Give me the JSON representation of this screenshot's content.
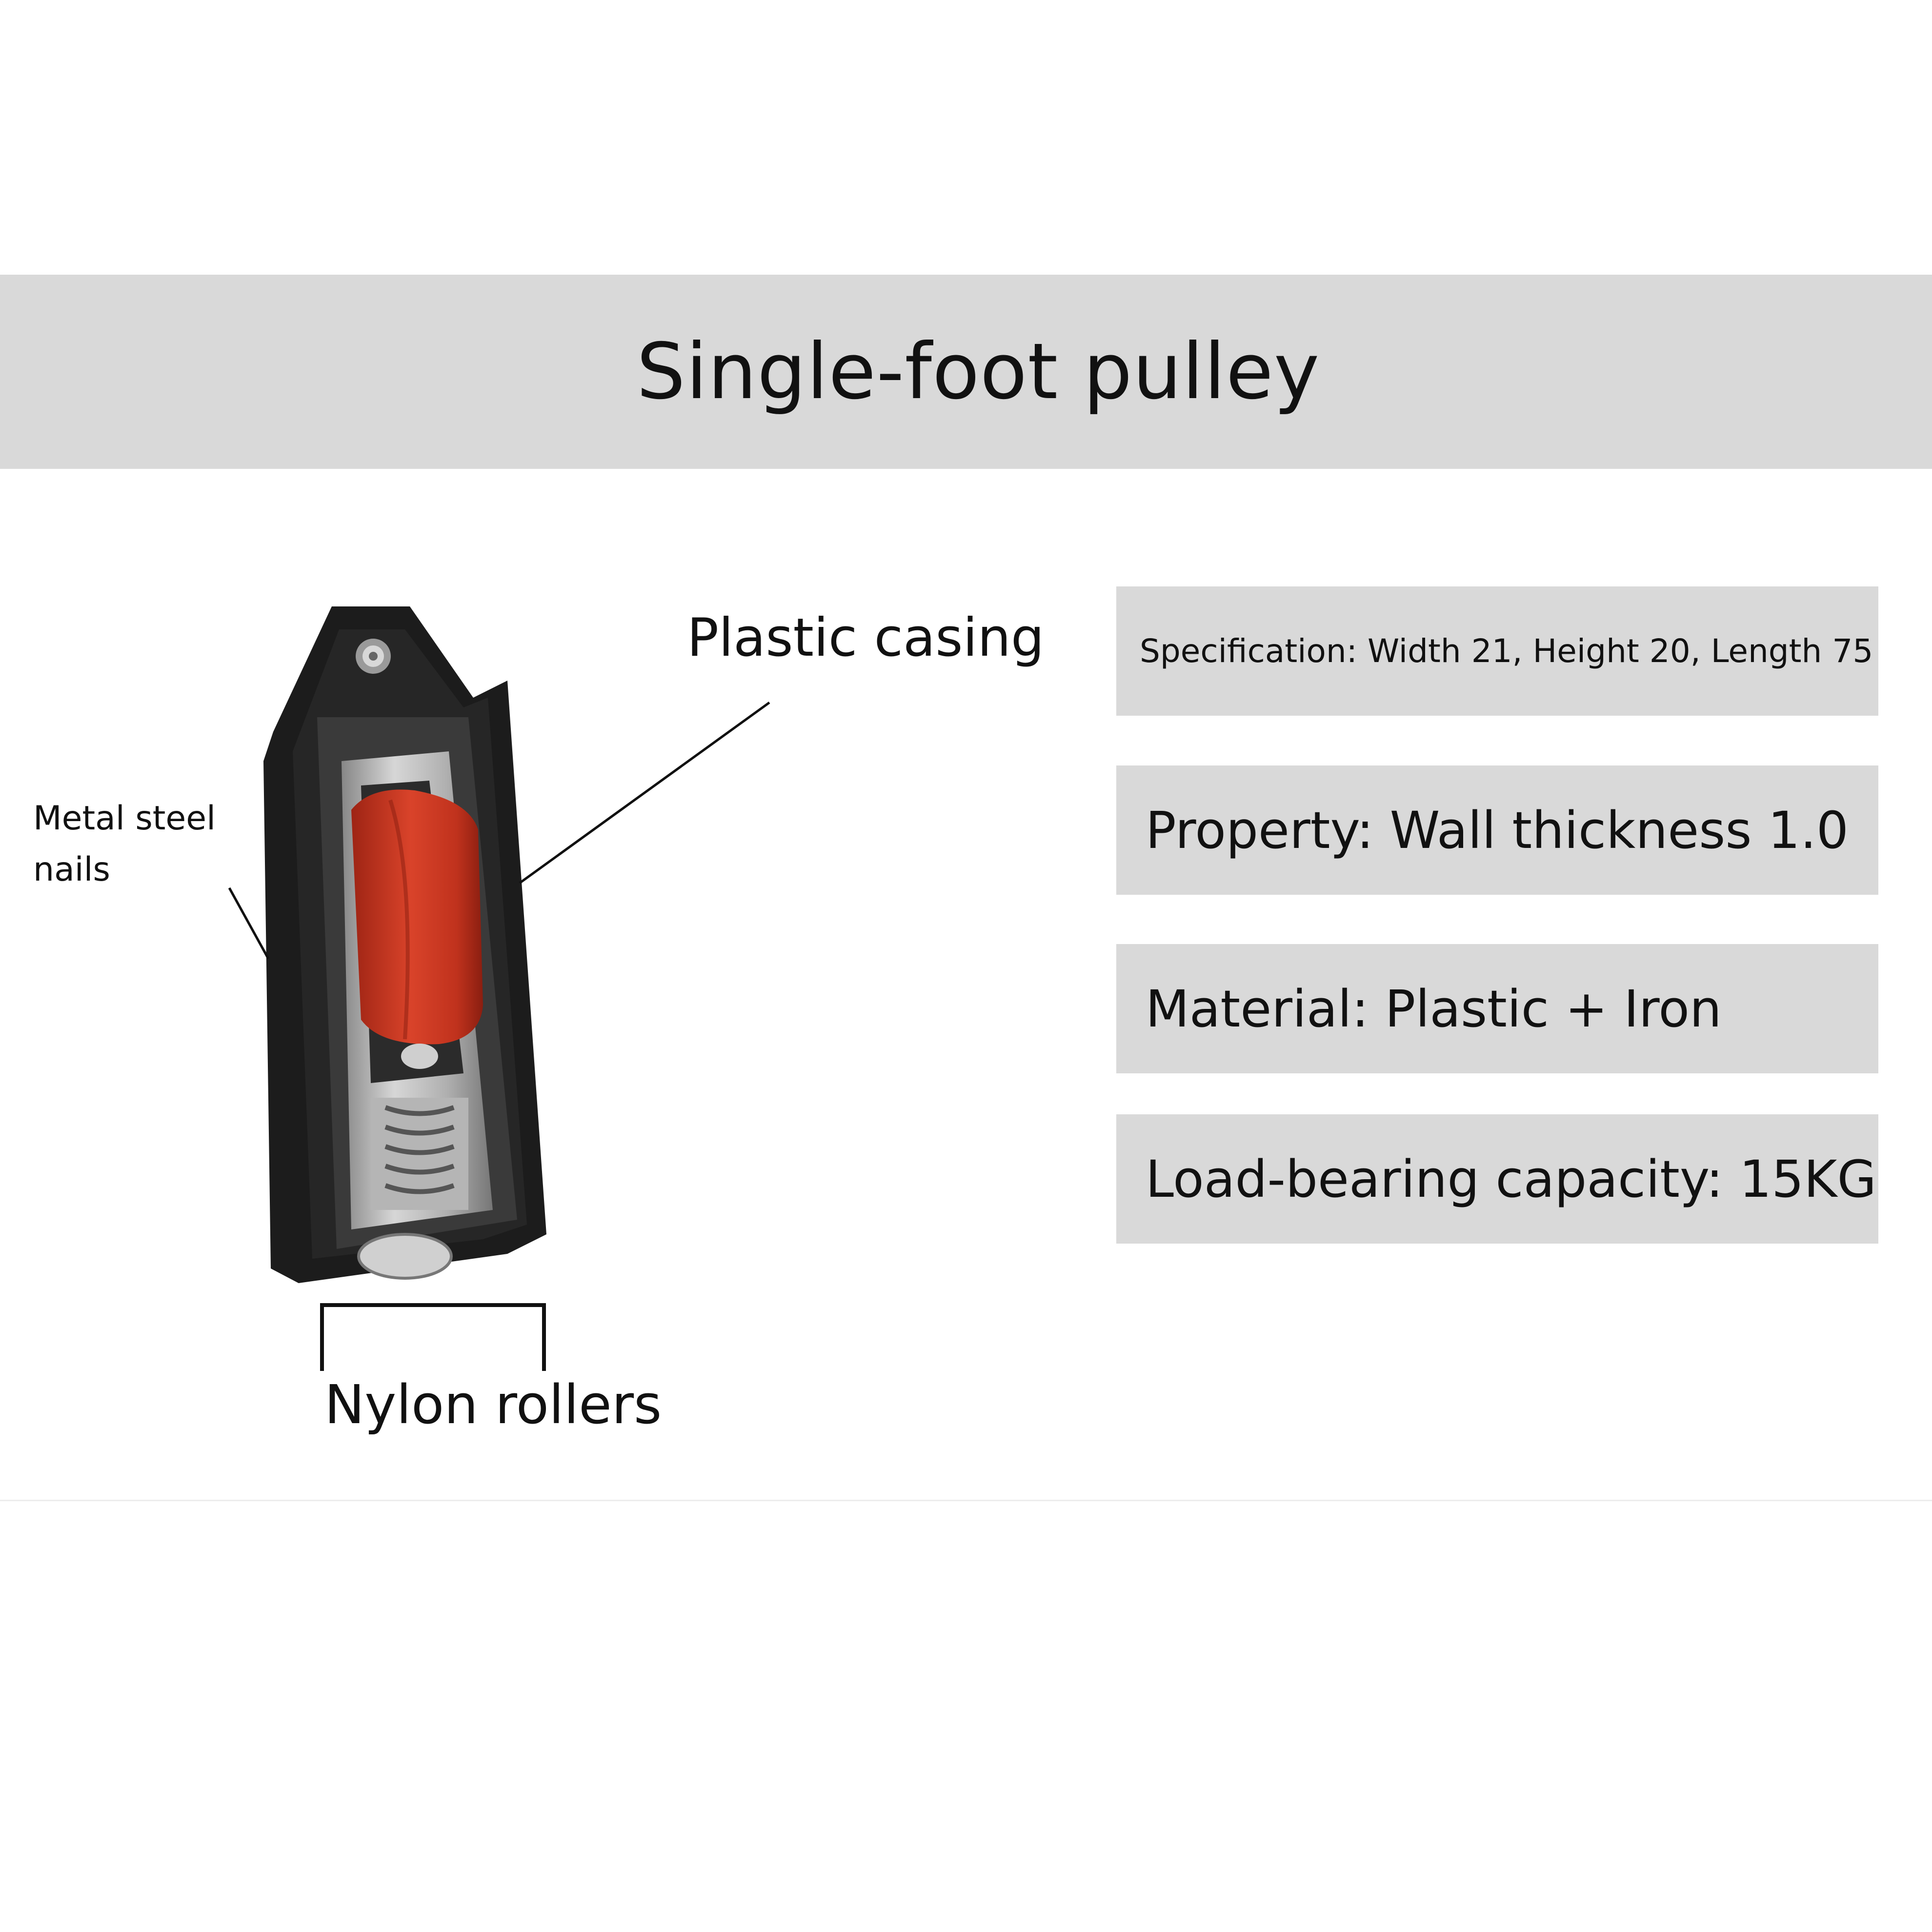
{
  "title": "Single-foot pulley",
  "labels": {
    "plastic_casing": "Plastic casing",
    "metal_nails_line1": "Metal steel",
    "metal_nails_line2": "nails",
    "nylon_rollers": "Nylon rollers"
  },
  "specs": [
    "Specification: Width 21, Height 20, Length 75",
    "Property: Wall thickness 1.0",
    "Material: Plastic + Iron",
    "Load-bearing capacity: 15KG"
  ],
  "colors": {
    "band": "#d9d9d9",
    "casing": "#1c1c1c",
    "roller": "#c8341f",
    "metal": "#c9c9c9"
  }
}
